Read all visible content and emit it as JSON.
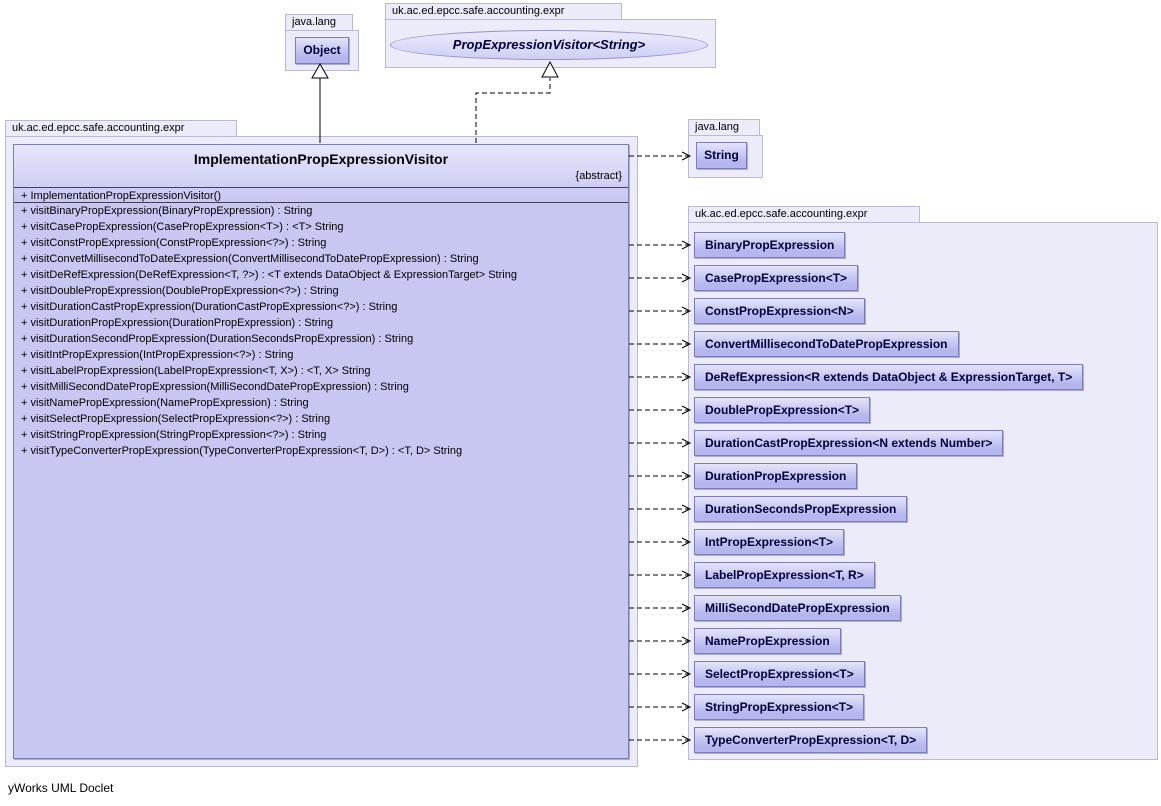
{
  "footer_label": "yWorks UML Doclet",
  "colors": {
    "node_fill": "#b6b6ef",
    "package_fill": "#ebebfa",
    "class_name_text": "#00003c"
  },
  "top_left_package": {
    "label": "java.lang",
    "class_name": "Object"
  },
  "top_center_package": {
    "label": "uk.ac.ed.epcc.safe.accounting.expr",
    "interface_name": "PropExpressionVisitor<String>"
  },
  "main_package": {
    "label": "uk.ac.ed.epcc.safe.accounting.expr",
    "class": {
      "name": "ImplementationPropExpressionVisitor",
      "stereotype": "{abstract}",
      "constructor": "+ ImplementationPropExpressionVisitor()",
      "methods": [
        "+ visitBinaryPropExpression(BinaryPropExpression) : String",
        "+ visitCasePropExpression(CasePropExpression<T>) : <T> String",
        "+ visitConstPropExpression(ConstPropExpression<?>) : String",
        "+ visitConvetMillisecondToDateExpression(ConvertMillisecondToDatePropExpression) : String",
        "+ visitDeRefExpression(DeRefExpression<T, ?>) : <T extends DataObject & ExpressionTarget> String",
        "+ visitDoublePropExpression(DoublePropExpression<?>) : String",
        "+ visitDurationCastPropExpression(DurationCastPropExpression<?>) : String",
        "+ visitDurationPropExpression(DurationPropExpression) : String",
        "+ visitDurationSecondPropExpression(DurationSecondsPropExpression) : String",
        "+ visitIntPropExpression(IntPropExpression<?>) : String",
        "+ visitLabelPropExpression(LabelPropExpression<T, X>) : <T, X> String",
        "+ visitMilliSecondDatePropExpression(MilliSecondDatePropExpression) : String",
        "+ visitNamePropExpression(NamePropExpression) : String",
        "+ visitSelectPropExpression(SelectPropExpression<?>) : String",
        "+ visitStringPropExpression(StringPropExpression<?>) : String",
        "+ visitTypeConverterPropExpression(TypeConverterPropExpression<T, D>) : <T, D> String"
      ]
    }
  },
  "right_package": {
    "label": "java.lang",
    "class_name": "String"
  },
  "related_package": {
    "label": "uk.ac.ed.epcc.safe.accounting.expr",
    "classes": [
      "BinaryPropExpression",
      "CasePropExpression<T>",
      "ConstPropExpression<N>",
      "ConvertMillisecondToDatePropExpression",
      "DeRefExpression<R extends DataObject & ExpressionTarget, T>",
      "DoublePropExpression<T>",
      "DurationCastPropExpression<N extends Number>",
      "DurationPropExpression",
      "DurationSecondsPropExpression",
      "IntPropExpression<T>",
      "LabelPropExpression<T, R>",
      "MilliSecondDatePropExpression",
      "NamePropExpression",
      "SelectPropExpression<T>",
      "StringPropExpression<T>",
      "TypeConverterPropExpression<T, D>"
    ]
  }
}
